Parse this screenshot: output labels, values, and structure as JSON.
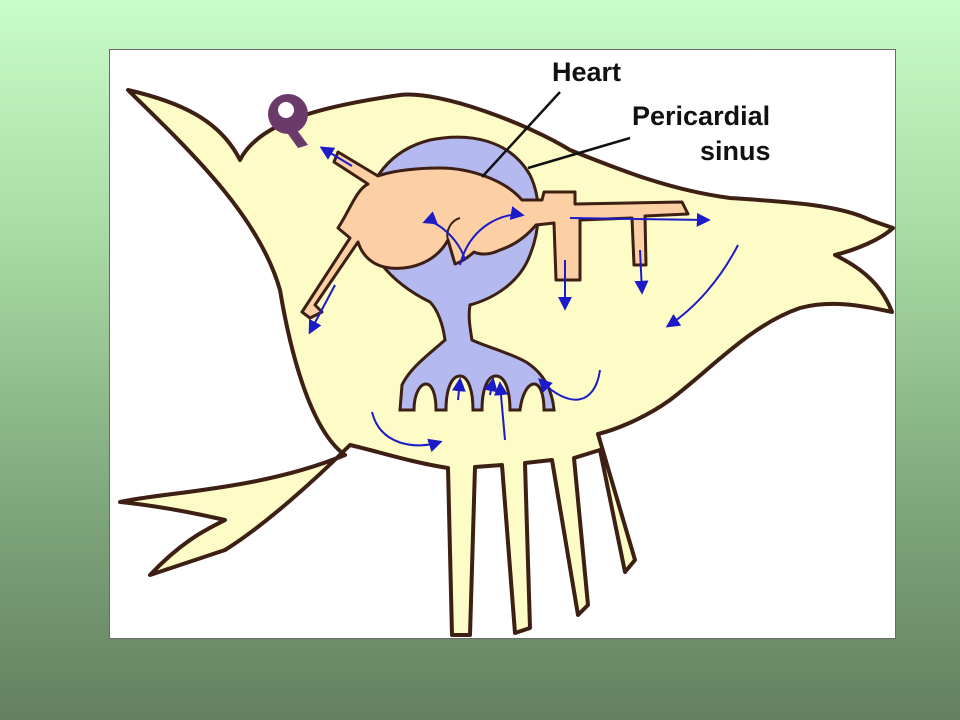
{
  "diagram": {
    "labels": {
      "heart": "Heart",
      "pericardial_line1": "Pericardial",
      "pericardial_line2": "sinus"
    },
    "icons": {
      "ovary": "ovary-icon",
      "flow": "flow-arrow-icon"
    },
    "colors": {
      "body_fill": "#fdfbc6",
      "outline": "#3d1f14",
      "sinus_fill": "#b4b9f0",
      "heart_fill": "#fcd0a4",
      "arrow": "#1b1bc8",
      "ovary": "#6a3a6a",
      "panel_bg": "#ffffff"
    }
  }
}
